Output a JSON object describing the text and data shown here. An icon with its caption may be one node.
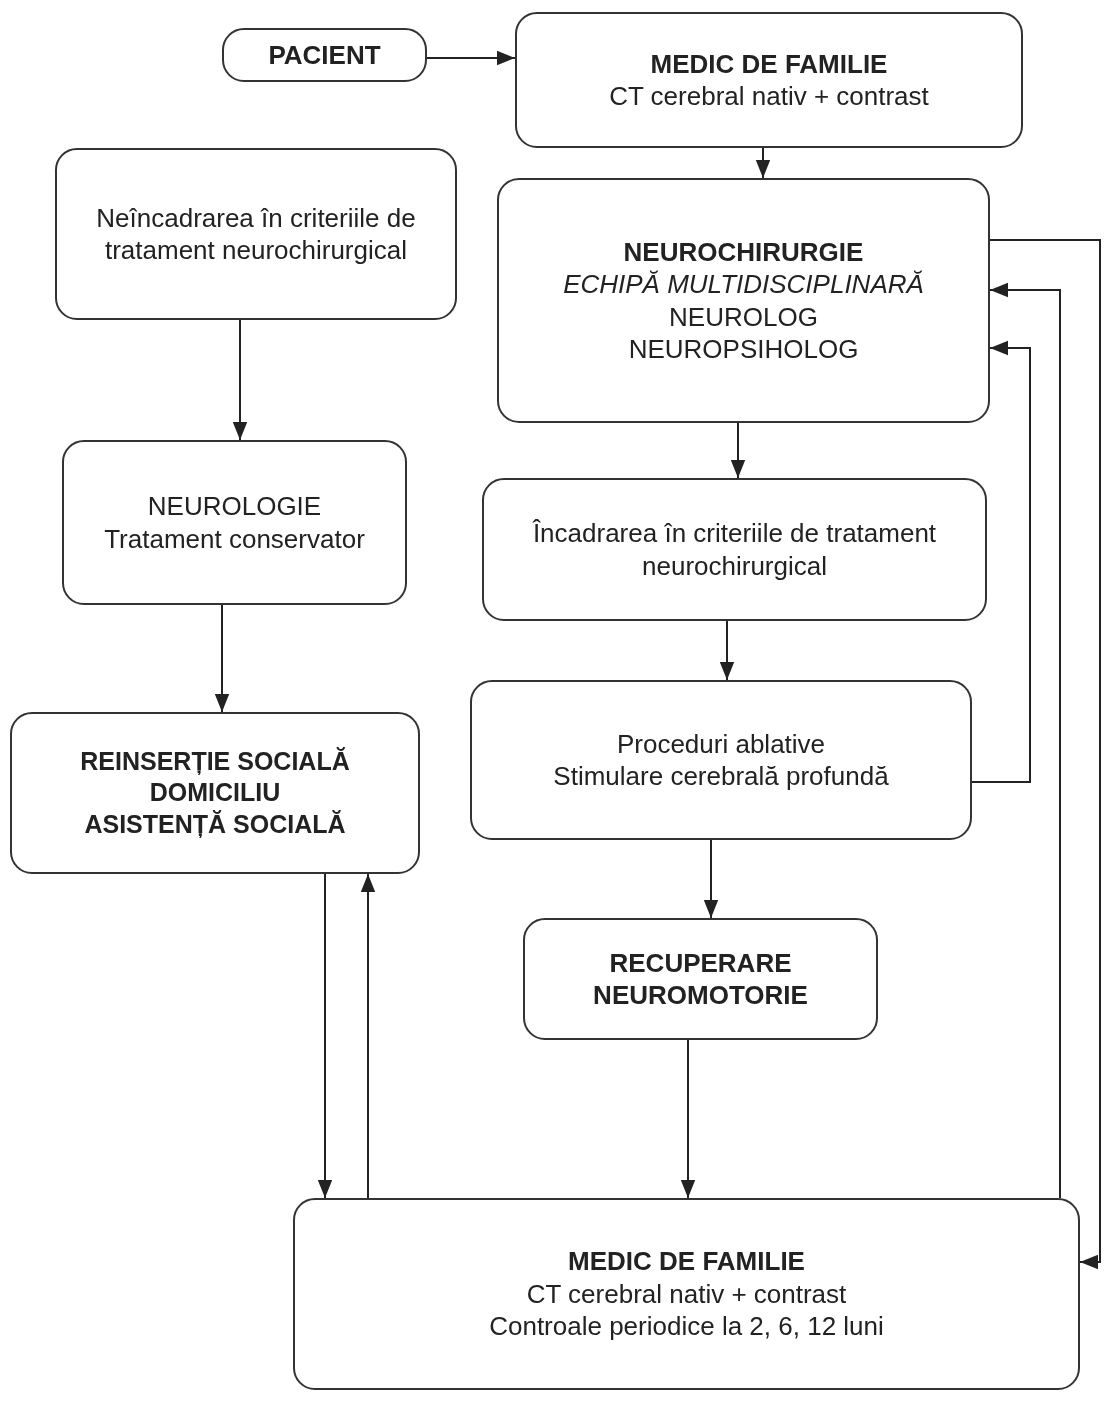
{
  "diagram": {
    "nodes": [
      {
        "text": [
          "PACIENT"
        ]
      },
      {
        "text": [
          "MEDIC DE FAMILIE",
          "CT cerebral nativ + contrast"
        ]
      },
      {
        "text": [
          "Neîncadrarea în criteriile de tratament neurochirurgical"
        ]
      },
      {
        "text": [
          "NEUROCHIRURGIE",
          "ECHIPĂ MULTIDISCIPLINARĂ",
          "NEUROLOG",
          "NEUROPSIHOLOG"
        ]
      },
      {
        "text": [
          "NEUROLOGIE",
          "Tratament conservator"
        ]
      },
      {
        "text": [
          "Încadrarea în criteriile de tratament neurochirurgical"
        ]
      },
      {
        "text": [
          "REINSERȚIE SOCIALĂ",
          "DOMICILIU",
          "ASISTENȚĂ SOCIALĂ"
        ]
      },
      {
        "text": [
          "Proceduri ablative",
          "Stimulare cerebrală profundă"
        ]
      },
      {
        "text": [
          "RECUPERARE NEUROMOTORIE"
        ]
      },
      {
        "text": [
          "MEDIC DE FAMILIE",
          "CT cerebral nativ + contrast",
          "Controale periodice la 2, 6, 12 luni"
        ]
      }
    ],
    "edges": [
      {
        "from": 0,
        "to": 1,
        "arrow": "to"
      },
      {
        "from": 1,
        "to": 3,
        "arrow": "to"
      },
      {
        "from": 2,
        "to": 4,
        "arrow": "to"
      },
      {
        "from": 3,
        "to": 5,
        "arrow": "to"
      },
      {
        "from": 4,
        "to": 6,
        "arrow": "to"
      },
      {
        "from": 5,
        "to": 7,
        "arrow": "to"
      },
      {
        "from": 7,
        "to": 3,
        "arrow": "to"
      },
      {
        "from": 7,
        "to": 8,
        "arrow": "to"
      },
      {
        "from": 8,
        "to": 9,
        "arrow": "to"
      },
      {
        "from": 6,
        "to": 9,
        "arrow": "to"
      },
      {
        "from": 9,
        "to": 6,
        "arrow": "to"
      },
      {
        "from": 3,
        "to": 9,
        "arrow": "to"
      },
      {
        "from": 9,
        "to": 3,
        "arrow": "to"
      }
    ]
  }
}
